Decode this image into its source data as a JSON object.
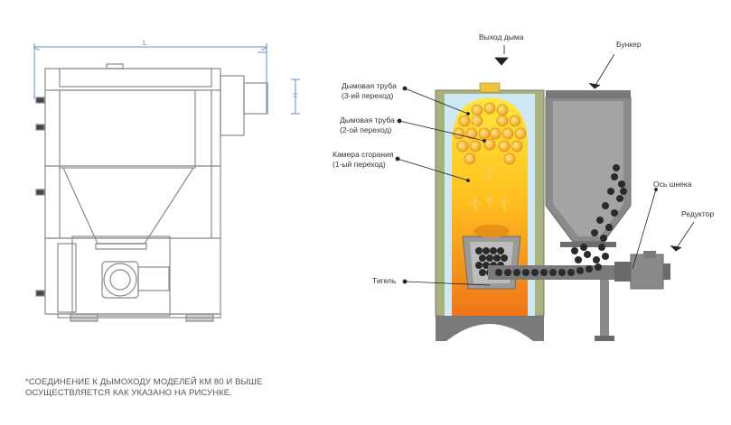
{
  "left_drawing": {
    "dimension_length": "L",
    "dimension_height": "H"
  },
  "labels": {
    "smoke_outlet": "Выход дыма",
    "hopper": "Бункер",
    "smoke_tube_3_line1": "Дымовая труба",
    "smoke_tube_3_line2": "(3-ий переход)",
    "smoke_tube_2_line1": "Дымовая труба",
    "smoke_tube_2_line2": "(2-ой переход)",
    "combustion_line1": "Камера сгорания",
    "combustion_line2": "(1-ый переход)",
    "auger_axis": "Ось шнека",
    "gearbox": "Редуктор",
    "crucible": "Тигель"
  },
  "footnote": {
    "line1": "*СОЕДИНЕНИЕ К ДЫМОХОДУ МОДЕЛЕЙ КМ 80 И ВЫШЕ",
    "line2": "ОСУЩЕСТВЛЯЕТСЯ КАК УКАЗАНО НА РИСУНКЕ."
  },
  "colors": {
    "dimension_line": "#5b8fc9",
    "outline": "#8a8a8a",
    "shell": "#a8b27a",
    "water_jacket": "#cfe8f6",
    "flame_top": "#ffe23a",
    "flame_bottom": "#f07a1a",
    "metal_dark": "#6e6e6e",
    "metal_light": "#9a9a9a",
    "fuel": "#2a2a2a"
  }
}
